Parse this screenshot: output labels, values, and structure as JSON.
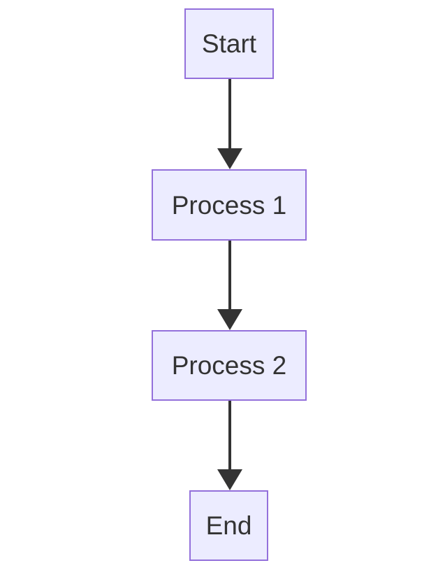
{
  "diagram": {
    "type": "flowchart",
    "direction": "top-down",
    "nodes": [
      {
        "id": "start",
        "label": "Start",
        "shape": "rectangle"
      },
      {
        "id": "process1",
        "label": "Process 1",
        "shape": "rectangle"
      },
      {
        "id": "process2",
        "label": "Process 2",
        "shape": "rectangle"
      },
      {
        "id": "end",
        "label": "End",
        "shape": "rectangle"
      }
    ],
    "edges": [
      {
        "from": "start",
        "to": "process1",
        "style": "arrow"
      },
      {
        "from": "process1",
        "to": "process2",
        "style": "arrow"
      },
      {
        "from": "process2",
        "to": "end",
        "style": "arrow"
      }
    ],
    "colors": {
      "background": "#FFFFFF",
      "node_fill": "#ECECFF",
      "node_border": "#9370DB",
      "text": "#333333",
      "arrow": "#333333"
    }
  }
}
